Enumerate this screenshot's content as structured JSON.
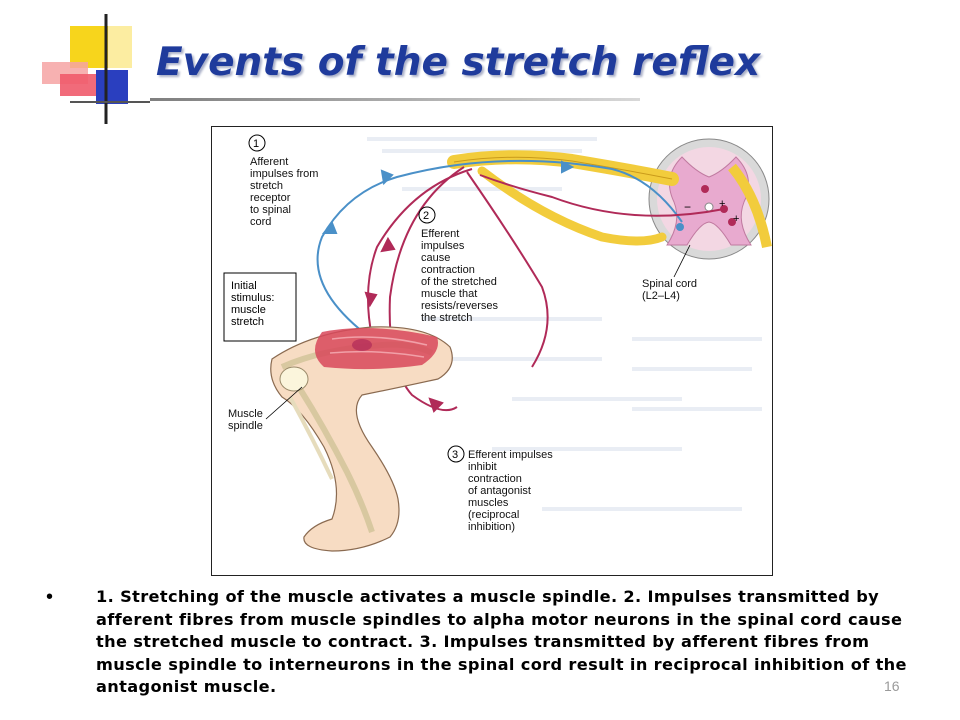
{
  "slide": {
    "title": "Events of the stretch reflex",
    "bullet_symbol": "•",
    "body": "1. Stretching of the muscle activates a muscle spindle. 2. Impulses transmitted by afferent fibres from muscle spindles to alpha motor neurons in the spinal cord cause the stretched muscle to contract. 3. Impulses transmitted by afferent fibres from muscle spindle to interneurons in the spinal cord result in reciprocal inhibition of the antagonist muscle.",
    "page_number": "16"
  },
  "diagram": {
    "step1": {
      "number": "1",
      "lines": [
        "Afferent",
        "impulses from",
        "stretch",
        "receptor",
        "to spinal",
        "cord"
      ]
    },
    "step2": {
      "number": "2",
      "lines": [
        "Efferent",
        "impulses",
        "cause",
        "contraction",
        "of the stretched",
        "muscle that",
        "resists/reverses",
        "the stretch"
      ]
    },
    "step3": {
      "number": "3",
      "lines": [
        "Efferent impulses",
        "inhibit",
        "contraction",
        "of antagonist",
        "muscles",
        "(reciprocal",
        "inhibition)"
      ]
    },
    "stimulus": {
      "lines": [
        "Initial",
        "stimulus:",
        "muscle",
        "stretch"
      ]
    },
    "muscle_spindle": {
      "lines": [
        "Muscle",
        "spindle"
      ]
    },
    "spinal_cord": {
      "line1": "Spinal cord",
      "line2": "(L2–L4)"
    },
    "signs": {
      "minus": "−",
      "plus": "+"
    }
  },
  "colors": {
    "title": "#1f3b9c",
    "afferent_nerve": "#4a90c8",
    "efferent_nerve": "#b02a58",
    "nerve_trunk": "#f2cc3c",
    "muscle": "#d8485a",
    "skin": "#f7dcc3",
    "bone": "#fbf5dc",
    "cord_gray_matter": "#e8aacf",
    "deco_yellow": "#f7d51c",
    "deco_red": "#e8192c",
    "deco_blue": "#2a3fbf"
  }
}
